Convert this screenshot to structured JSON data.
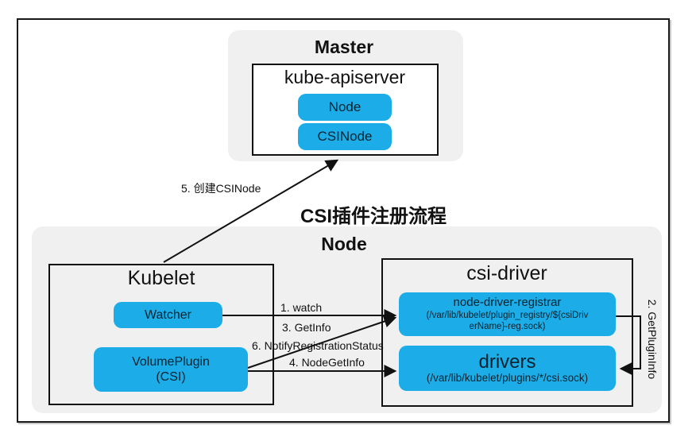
{
  "master": {
    "title": "Master",
    "apiserver": {
      "title": "kube-apiserver",
      "resources": [
        {
          "label": "Node"
        },
        {
          "label": "CSINode"
        }
      ]
    }
  },
  "flow_title": "CSI插件注册流程",
  "node": {
    "title": "Node",
    "kubelet": {
      "title": "Kubelet",
      "components": [
        {
          "label": "Watcher"
        },
        {
          "label": "VolumePlugin\n(CSI)"
        }
      ]
    },
    "csi_driver": {
      "title": "csi-driver",
      "components": [
        {
          "label": "node-driver-registrar",
          "path": "(/var/lib/kubelet/plugin_registry/${csiDriv\nerName}-reg.sock)"
        },
        {
          "label": "drivers",
          "path": "(/var/lib/kubelet/plugins/*/csi.sock)"
        }
      ]
    }
  },
  "arrows": {
    "watch": "1. watch",
    "get_plugin_info": "2. GetPluginInfo",
    "get_info": "3. GetInfo",
    "node_get_info": "4. NodeGetInfo",
    "create_csinode": "5. 创建CSINode",
    "notify_registration_status": "6. NotifyRegistrationStatus"
  },
  "colors": {
    "accent_blue": "#1cade8",
    "region_grey": "#f0f0f1",
    "line_black": "#111111"
  }
}
